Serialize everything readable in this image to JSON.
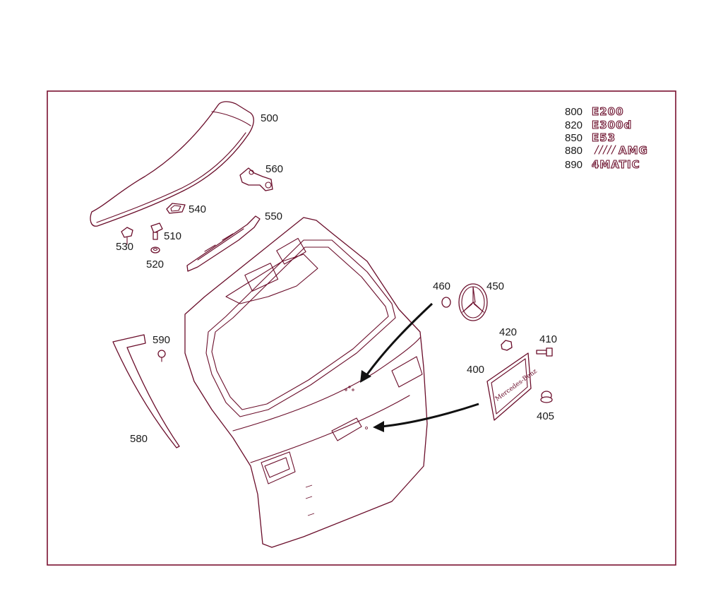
{
  "diagram": {
    "callouts": {
      "c500": "500",
      "c560": "560",
      "c540": "540",
      "c510": "510",
      "c550": "550",
      "c530": "530",
      "c520": "520",
      "c460": "460",
      "c450": "450",
      "c420": "420",
      "c410": "410",
      "c400": "400",
      "c405": "405",
      "c590": "590",
      "c580": "580"
    },
    "legend": [
      {
        "number": "800",
        "badge": "E200"
      },
      {
        "number": "820",
        "badge": "E300d"
      },
      {
        "number": "850",
        "badge": "E53"
      },
      {
        "number": "880",
        "badge": "AMG"
      },
      {
        "number": "890",
        "badge": "4MATIC"
      }
    ],
    "plate_text": "Mercedes-Benz",
    "colors": {
      "line": "#6a0d2a",
      "frame": "#7a1030",
      "label": "#1a1a1a"
    }
  }
}
